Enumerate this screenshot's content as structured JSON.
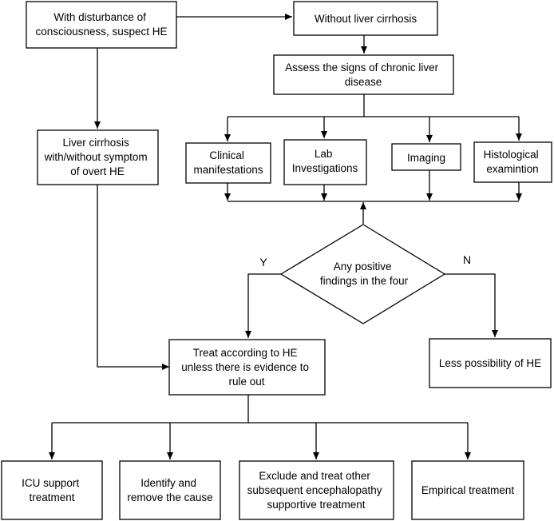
{
  "nodes": {
    "start": [
      "With disturbance of",
      "consciousness, suspect HE"
    ],
    "no_cirrhosis": [
      "Without liver cirrhosis"
    ],
    "assess": [
      "Assess the signs of chronic liver",
      "disease"
    ],
    "cirrhosis": [
      "Liver cirrhosis",
      "with/without symptom",
      "of overt HE"
    ],
    "clinical": [
      "Clinical",
      "manifestations"
    ],
    "lab": [
      "Lab",
      "Investigations"
    ],
    "imaging": [
      "Imaging"
    ],
    "histo": [
      "Histological",
      "examintion"
    ],
    "decision": [
      "Any positive",
      "findings in the four"
    ],
    "treat": [
      "Treat according to HE",
      "unless there is evidence to",
      "rule out"
    ],
    "less": [
      "Less possibility of HE"
    ],
    "icu": [
      "ICU support",
      "treatment"
    ],
    "identify": [
      "Identify and",
      "remove the cause"
    ],
    "exclude": [
      "Exclude and treat other",
      "subsequent encephalopathy",
      "supportive treatment"
    ],
    "empirical": [
      "Empirical treatment"
    ]
  },
  "edge_labels": {
    "yes": "Y",
    "no": "N"
  }
}
